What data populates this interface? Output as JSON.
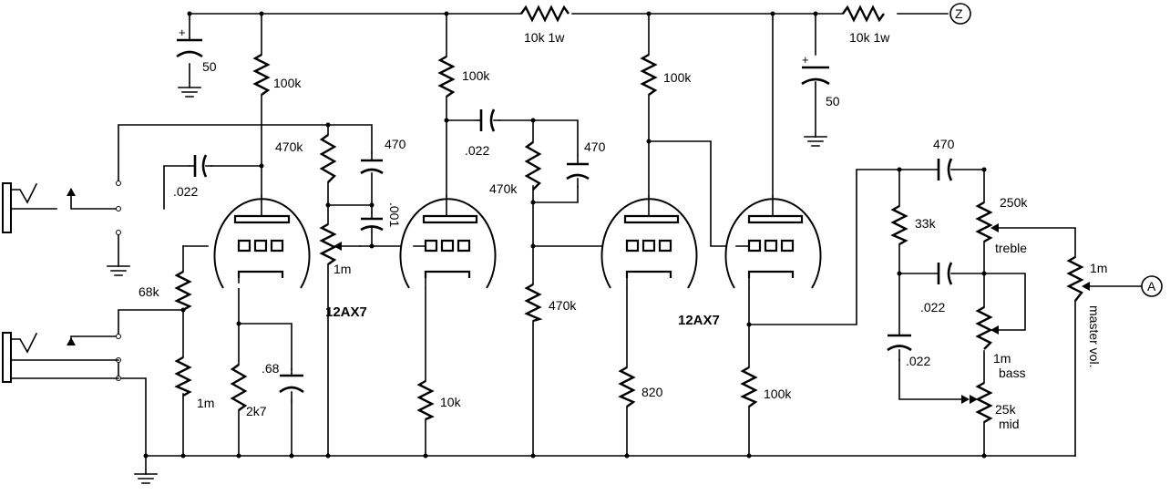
{
  "diagram": {
    "labels": {
      "r_10k_1w_a": "10k  1w",
      "r_10k_1w_b": "10k  1w",
      "term_z": "Z",
      "term_a": "A",
      "c_50_a": "50",
      "c_50_b": "50",
      "r_100k_a": "100k",
      "r_100k_b": "100k",
      "r_100k_c": "100k",
      "r_100k_d": "100k",
      "c_022_a": ".022",
      "c_022_b": ".022",
      "c_022_c": ".022",
      "c_022_d": ".022",
      "r_470k_a": "470k",
      "r_470k_b": "470k",
      "r_470k_c": "470k",
      "c_470_a": "470",
      "c_470_b": "470",
      "c_470_c": "470",
      "c_001": ".001",
      "pot_1m_vol": "1m",
      "tube_a": "12AX7",
      "tube_b": "12AX7",
      "r_68k": "68k",
      "r_1m": "1m",
      "r_2k7": "2k7",
      "c_68": ".68",
      "r_10k": "10k",
      "r_820": "820",
      "r_33k": "33k",
      "pot_250k": "250k",
      "treble": "treble",
      "pot_1m_bass": "1m",
      "bass": "bass",
      "pot_25k": "25k",
      "mid": "mid",
      "pot_master": "1m",
      "master_vol": "master vol."
    }
  }
}
